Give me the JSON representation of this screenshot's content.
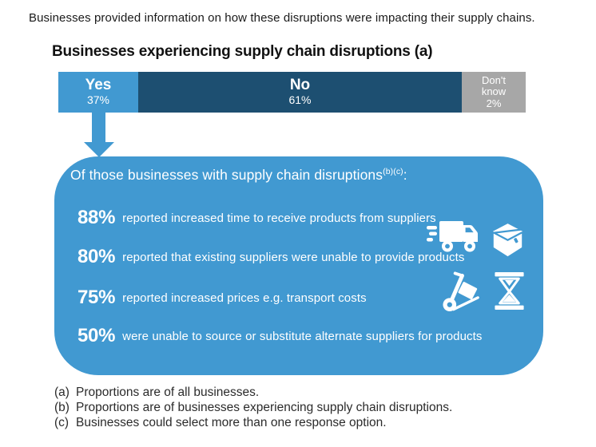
{
  "intro": "Businesses provided information on how these disruptions were impacting their supply chains.",
  "chart_data": [
    {
      "type": "bar",
      "subtype": "horizontal-stacked",
      "title": "Businesses experiencing supply chain disruptions (a)",
      "categories": [
        "Yes",
        "No",
        "Don't know"
      ],
      "values": [
        37,
        61,
        2
      ],
      "unit": "%",
      "segments": [
        {
          "label": "Yes",
          "display": "37%",
          "color": "#4199d1"
        },
        {
          "label": "No",
          "display": "61%",
          "color": "#1d4f71"
        },
        {
          "label": "Don't know",
          "display": "2%",
          "color": "#a7a7a7"
        }
      ]
    },
    {
      "type": "table",
      "title_prefix": "Of those businesses with supply chain disruptions",
      "title_superscript": "(b)(c)",
      "title_suffix": ":",
      "values": [
        88,
        80,
        75,
        50
      ],
      "unit": "%",
      "rows": [
        {
          "display": "88%",
          "label": "reported increased time to receive products from suppliers"
        },
        {
          "display": "80%",
          "label": "reported that existing suppliers were unable to provide products"
        },
        {
          "display": "75%",
          "label": "reported increased prices e.g. transport costs"
        },
        {
          "display": "50%",
          "label": "were unable to source or substitute alternate suppliers for products"
        }
      ]
    }
  ],
  "icons": [
    "delivery-truck",
    "package-box",
    "hand-truck",
    "hourglass"
  ],
  "footnotes": [
    {
      "marker": "(a)",
      "text": "Proportions are of all businesses."
    },
    {
      "marker": "(b)",
      "text": "Proportions are of businesses experiencing supply chain disruptions."
    },
    {
      "marker": "(c)",
      "text": "Businesses could select more than one response option."
    }
  ],
  "colors": {
    "accent_light_blue": "#4199d1",
    "dark_navy": "#1d4f71",
    "gray": "#a7a7a7",
    "text_dark": "#1a1a1a",
    "white": "#ffffff"
  }
}
